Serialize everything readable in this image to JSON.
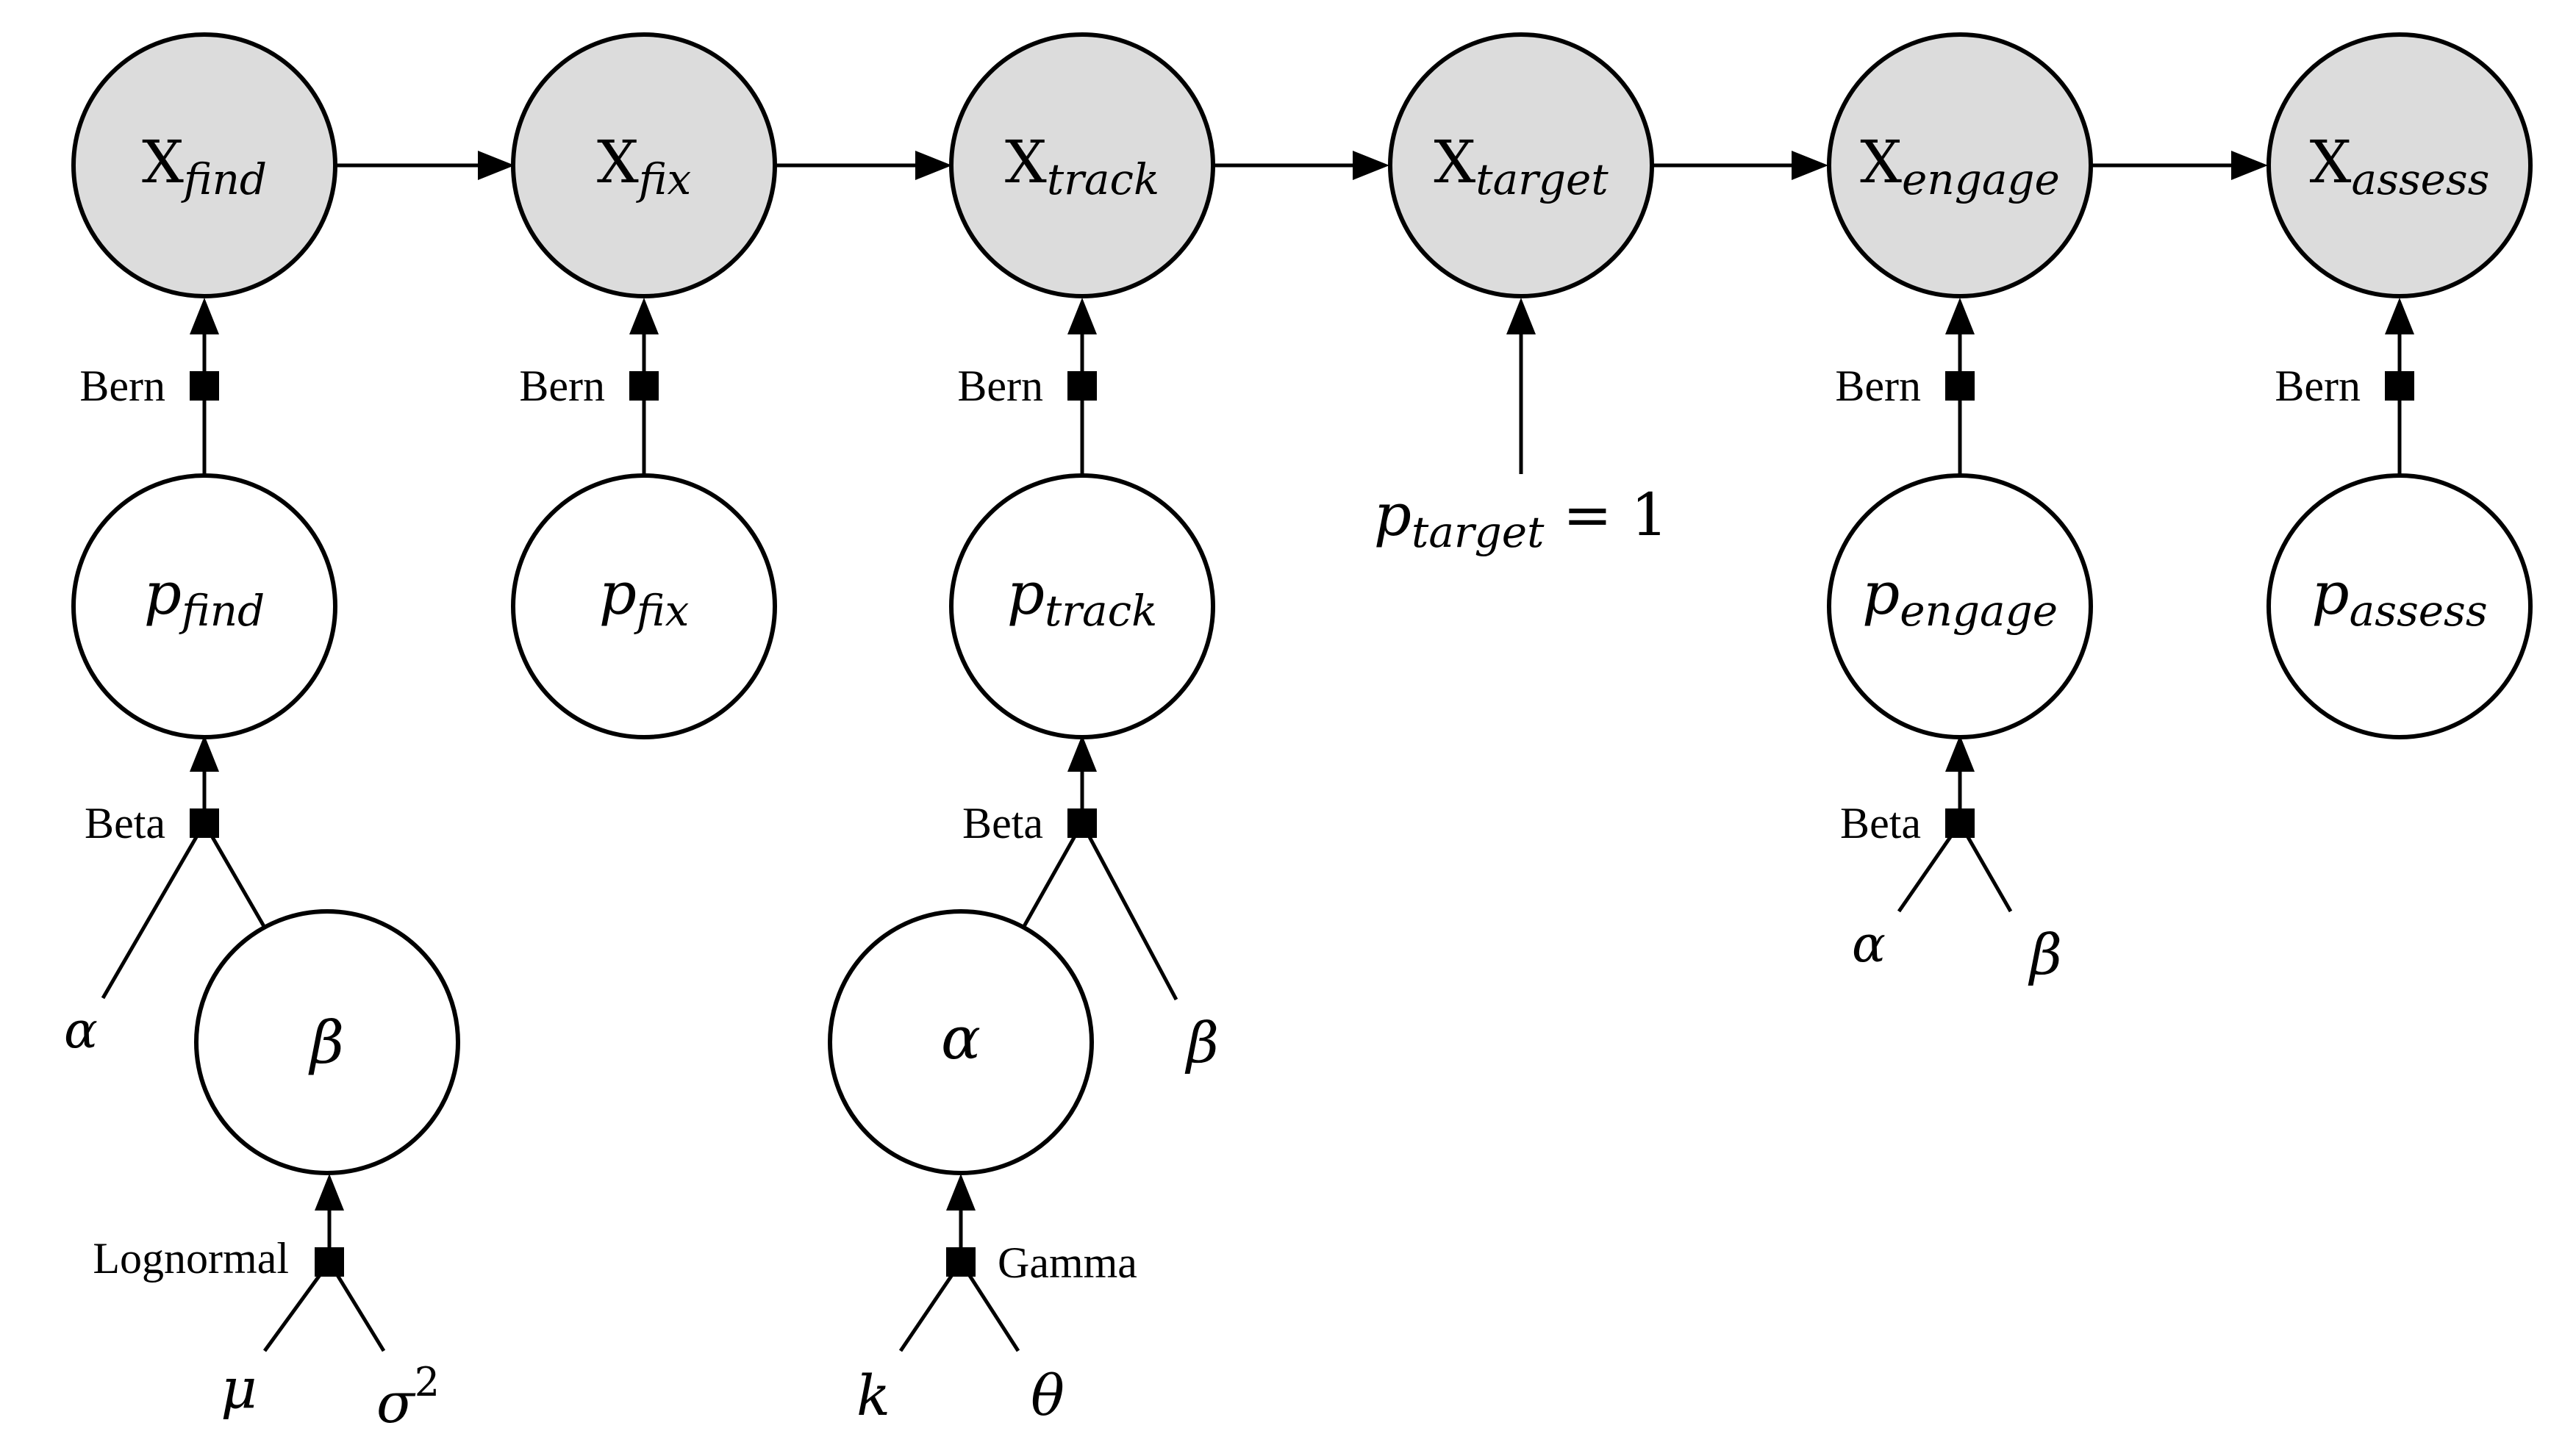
{
  "diagram": {
    "nodes": {
      "x_find": {
        "base": "X",
        "sub": "find"
      },
      "x_fix": {
        "base": "X",
        "sub": "fix"
      },
      "x_track": {
        "base": "X",
        "sub": "track"
      },
      "x_target": {
        "base": "X",
        "sub": "target"
      },
      "x_engage": {
        "base": "X",
        "sub": "engage"
      },
      "x_assess": {
        "base": "X",
        "sub": "assess"
      },
      "p_find": {
        "base": "p",
        "sub": "find"
      },
      "p_fix": {
        "base": "p",
        "sub": "fix"
      },
      "p_track": {
        "base": "p",
        "sub": "track"
      },
      "p_engage": {
        "base": "p",
        "sub": "engage"
      },
      "p_assess": {
        "base": "p",
        "sub": "assess"
      },
      "beta_find": {
        "label": "β"
      },
      "alpha_track": {
        "label": "α"
      }
    },
    "p_target": {
      "base": "p",
      "sub": "target",
      "rest": " = 1"
    },
    "factors": {
      "bern": "Bern",
      "beta": "Beta",
      "lognormal": "Lognormal",
      "gamma": "Gamma"
    },
    "params": {
      "alpha": "α",
      "beta": "β",
      "mu": "μ",
      "sigma": "σ",
      "sigma_sup": "2",
      "k": "k",
      "theta": "θ"
    }
  }
}
